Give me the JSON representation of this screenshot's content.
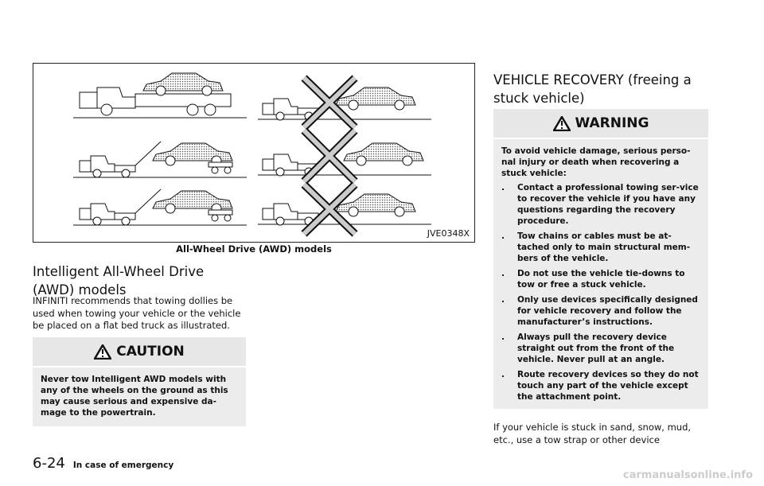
{
  "figure": {
    "id": "JVE0348X",
    "caption": "All-Wheel Drive (AWD) models"
  },
  "left": {
    "heading": "Intelligent All-Wheel Drive (AWD) models",
    "intro": "INFINITI recommends that towing dollies be used when towing your vehicle or the vehicle be placed on a flat bed truck as illustrated.",
    "caution": {
      "title": "CAUTION",
      "text": "Never tow Intelligent AWD models with any of the wheels on the ground as this may cause serious and expensive da-mage to the powertrain."
    }
  },
  "right": {
    "heading": "VEHICLE RECOVERY (freeing a stuck vehicle)",
    "warning": {
      "title": "WARNING",
      "intro": "To avoid vehicle damage, serious perso-nal injury or death when recovering a stuck vehicle:",
      "items": [
        "Contact a professional towing ser-vice to recover the vehicle if you have any questions regarding the recovery procedure.",
        "Tow chains or cables must be at-tached only to main structural mem-bers of the vehicle.",
        "Do not use the vehicle tie-downs to tow or free a stuck vehicle.",
        "Only use devices specifically designed for vehicle recovery and follow the manufacturer’s instructions.",
        "Always pull the recovery device straight out from the front of the vehicle. Never pull at an angle.",
        "Route recovery devices so they do not touch any part of the vehicle except the attachment point."
      ]
    },
    "text": "If your vehicle is stuck in sand, snow, mud, etc., use a tow strap or other device"
  },
  "footer": {
    "page": "6-24",
    "section": "In case of emergency"
  },
  "watermark": "carmanualsonline.info"
}
